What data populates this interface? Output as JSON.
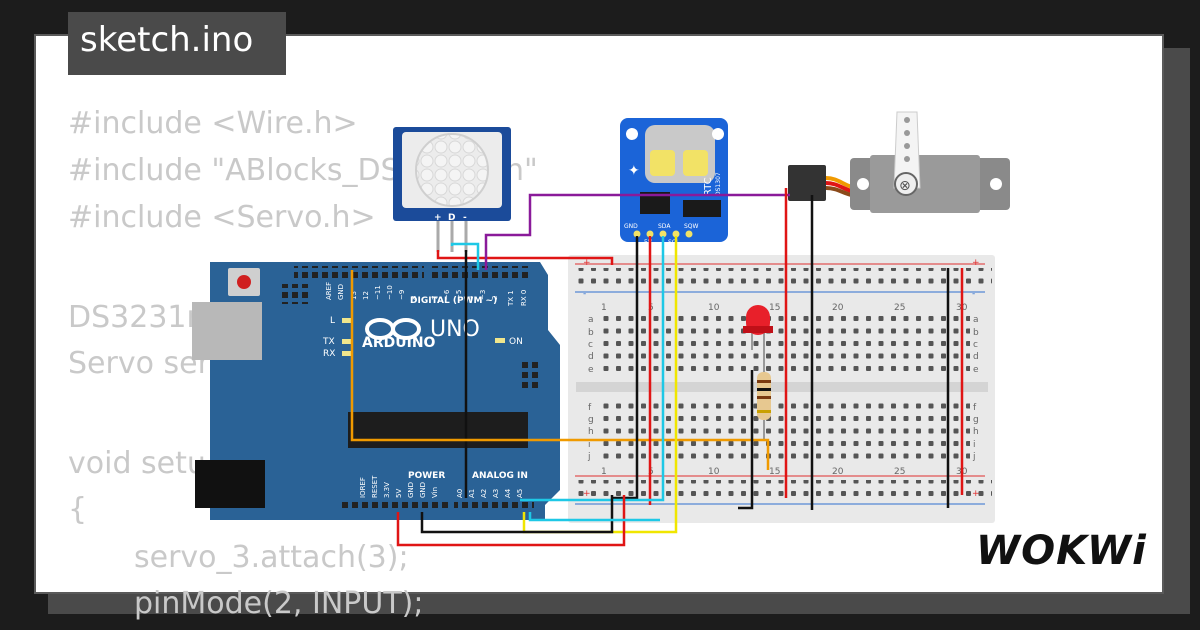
{
  "editor": {
    "filename": "sketch.ino",
    "code_lines": [
      "#include <Wire.h>",
      "#include \"ABlocks_DS",
      "h\"",
      "#include <Servo.h>",
      "DS3231r",
      "Servo ser",
      "void setu",
      "{",
      "servo_3.attach(3);",
      "pinMode(2, INPUT);"
    ]
  },
  "arduino": {
    "brand": "ARDUINO",
    "model": "UNO",
    "digital_label": "DIGITAL (PWM ~)",
    "power_label": "POWER",
    "analog_label": "ANALOG IN",
    "on_label": "ON",
    "l_label": "L",
    "tx_label": "TX",
    "rx_label": "RX",
    "top_pins": [
      "AREF",
      "GND",
      "13",
      "12",
      "~11",
      "~10",
      "~9",
      "8",
      "7",
      "~6",
      "~5",
      "4",
      "~3",
      "2",
      "TX 1",
      "RX 0"
    ],
    "bottom_pins": [
      "IOREF",
      "RESET",
      "3.3V",
      "5V",
      "GND",
      "GND",
      "Vin",
      "A0",
      "A1",
      "A2",
      "A3",
      "A4",
      "A5"
    ]
  },
  "pir": {
    "pin_labels": [
      "+",
      "D",
      "-"
    ]
  },
  "rtc": {
    "label": "RTC",
    "chip": "DS1307",
    "pins": [
      "GND",
      "5V",
      "SDA",
      "SCL",
      "SQW"
    ]
  },
  "breadboard": {
    "col_numbers": [
      "1",
      "5",
      "10",
      "15",
      "20",
      "25",
      "30"
    ],
    "row_letters_top": [
      "a",
      "b",
      "c",
      "d",
      "e"
    ],
    "row_letters_bottom": [
      "f",
      "g",
      "h",
      "i",
      "j"
    ],
    "rail_plus": "+",
    "rail_minus": "-"
  },
  "branding": {
    "logo": "WOKWi"
  },
  "colors": {
    "arduino_blue": "#2a6296",
    "rtc_blue": "#1b64d8",
    "wire_red": "#e01515",
    "wire_black": "#111111",
    "wire_cyan": "#1ec8e6",
    "wire_yellow": "#f0e600",
    "wire_orange": "#f09a00",
    "wire_purple": "#8a1a9a",
    "led_red": "#e8202a"
  }
}
